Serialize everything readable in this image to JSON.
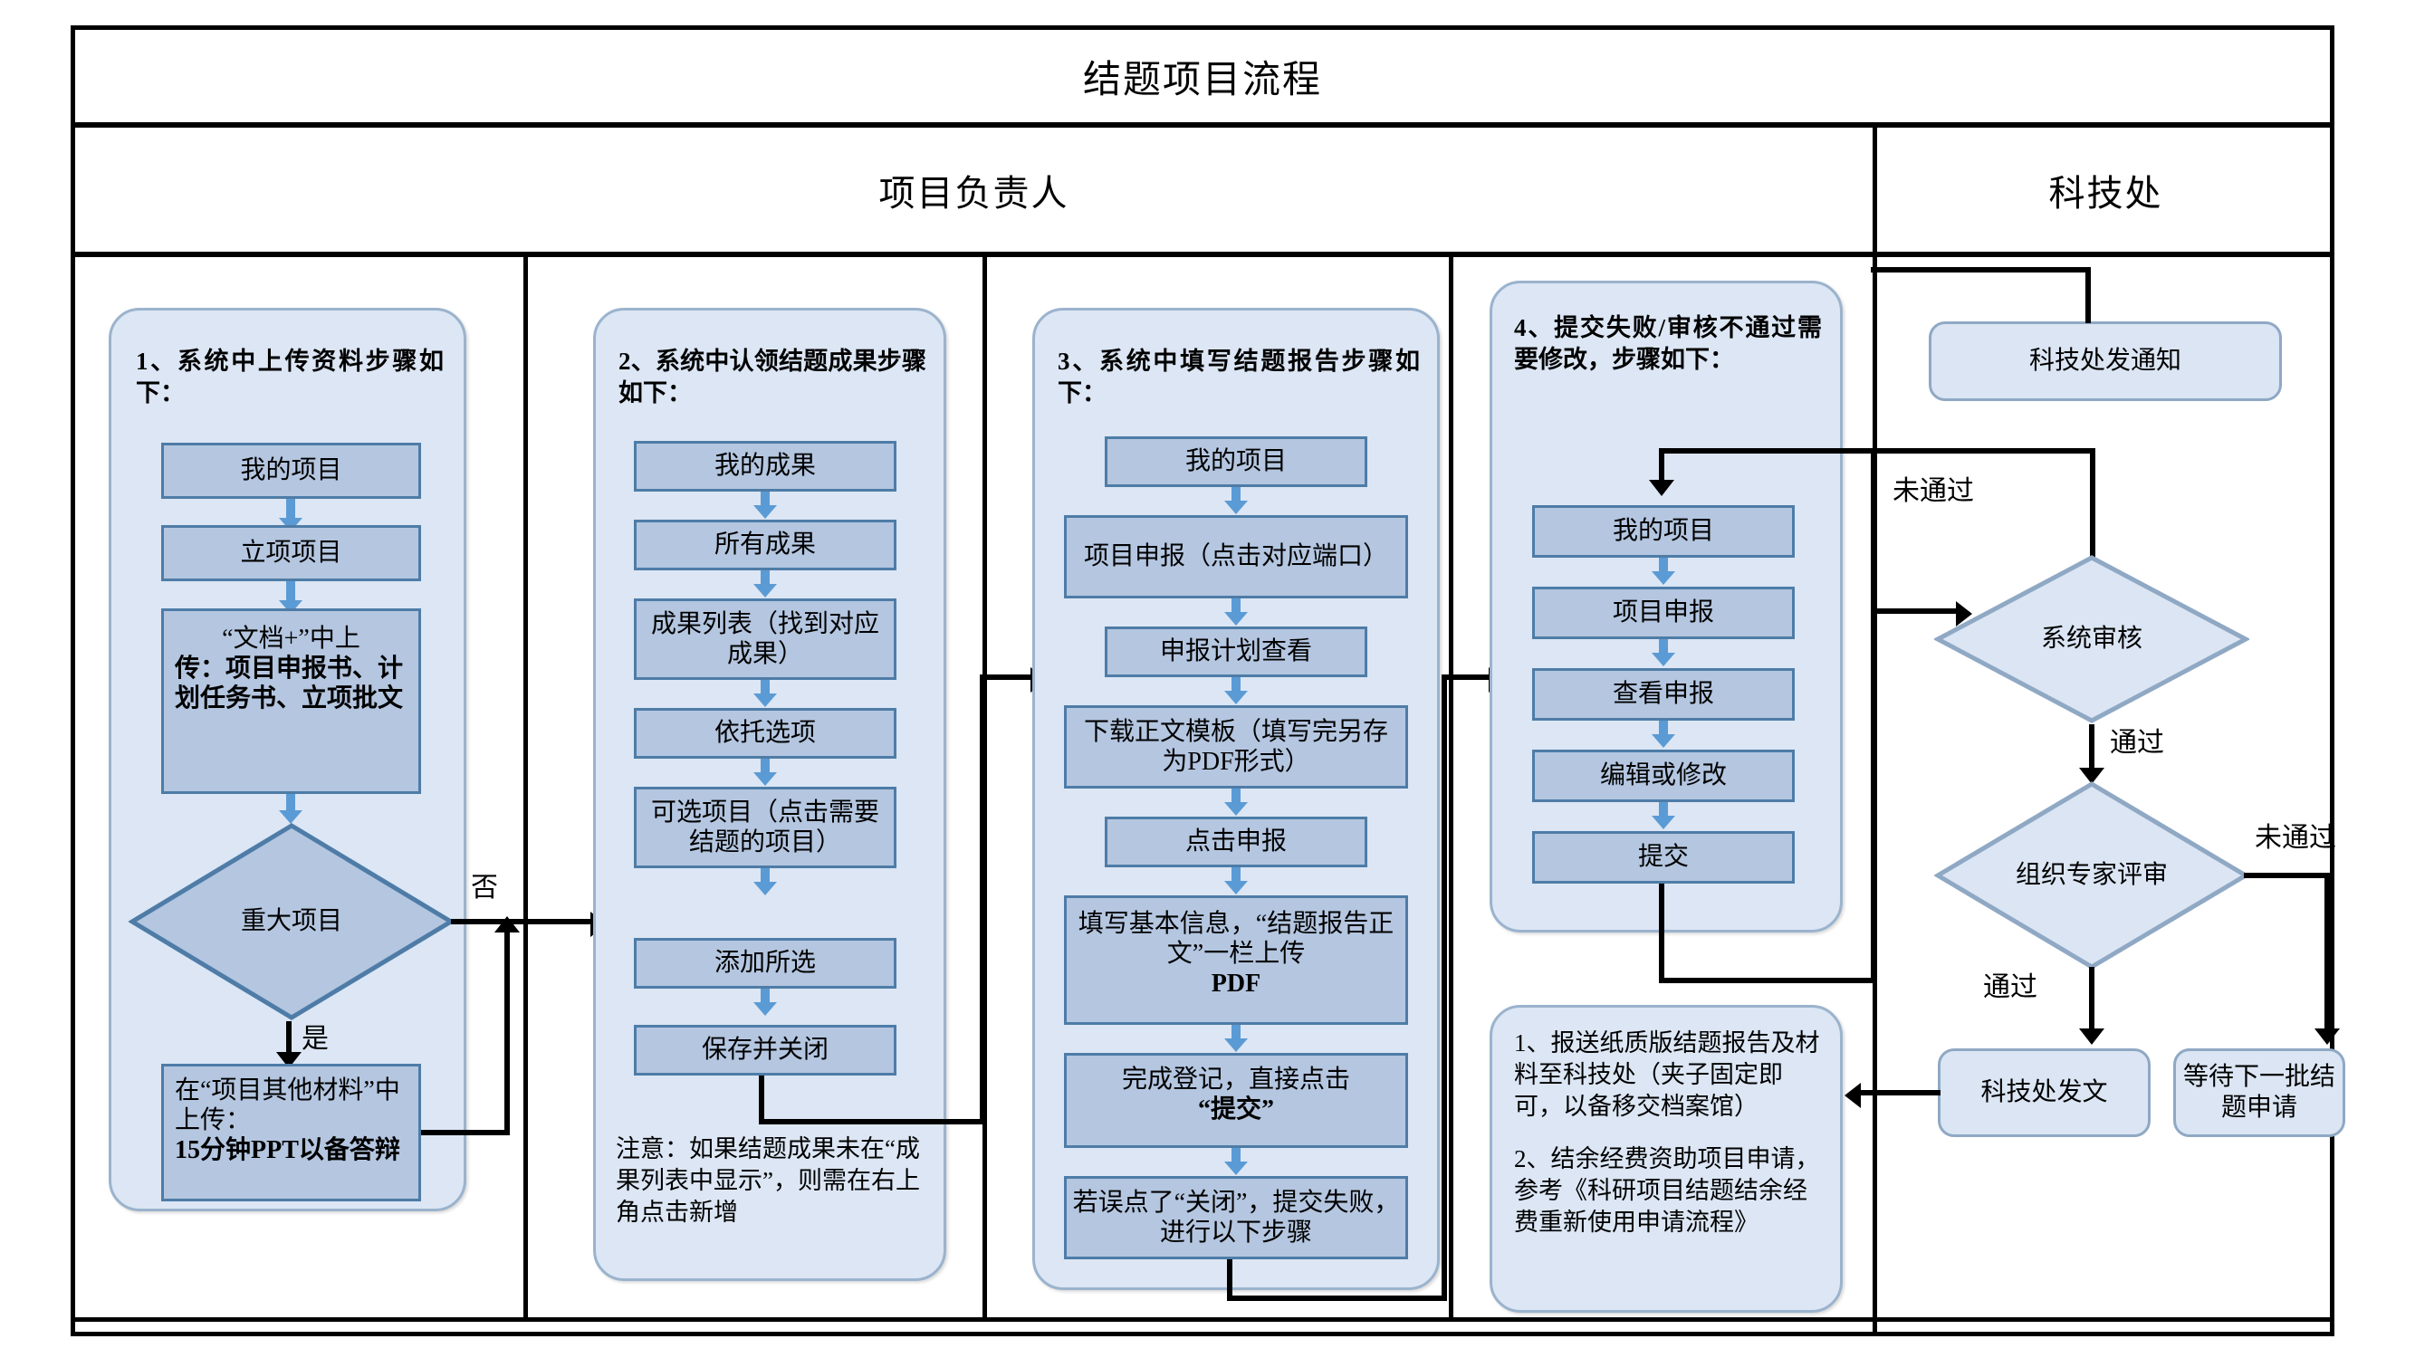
{
  "title": "结题项目流程",
  "lanes": [
    {
      "id": "owner",
      "label": "项目负责人"
    },
    {
      "id": "office",
      "label": "科技处"
    }
  ],
  "groups": [
    {
      "id": "g1",
      "heading": "1、系统中上传资料步骤如下：",
      "steps": [
        "我的项目",
        "立项项目"
      ],
      "upload_box_plain": "“文档+”中上",
      "upload_box_bold": "传：项目申报书、计划任务书、立项批文",
      "decision": "重大项目",
      "decision_yes": "是",
      "decision_no": "否",
      "final_plain": "在“项目其他材料”中上传：",
      "final_bold": "15分钟PPT以备答辩"
    },
    {
      "id": "g2",
      "heading": "2、系统中认领结题成果步骤如下：",
      "steps": [
        "我的成果",
        "所有成果",
        "成果列表（找到对应成果）",
        "依托选项",
        "可选项目（点击需要结题的项目）",
        "添加所选",
        "保存并关闭"
      ],
      "note": "注意：如果结题成果未在“成果列表中显示”，则需在右上角点击新增"
    },
    {
      "id": "g3",
      "heading": "3、系统中填写结题报告步骤如下：",
      "steps": [
        "我的项目",
        "项目申报（点击对应端口）",
        "申报计划查看",
        "下载正文模板（填写完另存为PDF形式）",
        "点击申报"
      ],
      "step_fill_plain": "填写基本信息，“结题报告正文”一栏上传",
      "step_fill_bold": "PDF",
      "step_done_plain": "完成登记，直接点击",
      "step_done_bold": "“提交”",
      "step_fail": "若误点了“关闭”，提交失败，进行以下步骤"
    },
    {
      "id": "g4",
      "heading": "4、提交失败/审核不通过需要修改，步骤如下：",
      "steps": [
        "我的项目",
        "项目申报",
        "查看申报",
        "编辑或修改",
        "提交"
      ]
    },
    {
      "id": "g5",
      "note_1": "1、报送纸质版结题报告及材料至科技处（夹子固定即可，以备移交档案馆）",
      "note_2": "2、结余经费资助项目申请，参考《科研项目结题结余经费重新使用申请流程》"
    }
  ],
  "office": {
    "notice": "科技处发通知",
    "system_review": "系统审核",
    "expert_review": "组织专家评审",
    "publish": "科技处发文",
    "wait_next": "等待下一批结题申请",
    "label_fail_1": "未通过",
    "label_pass_1": "通过",
    "label_fail_2": "未通过",
    "label_pass_2": "通过"
  },
  "colors": {
    "panel_fill": "#dce6f4",
    "panel_border": "#9bb3cd",
    "box_fill": "#b4c6e0",
    "box_border": "#4e7ca7",
    "round_fill": "#dbe5f3",
    "round_border": "#8fa8c4",
    "blue_arrow": "#5b9bd5",
    "black": "#000000"
  }
}
